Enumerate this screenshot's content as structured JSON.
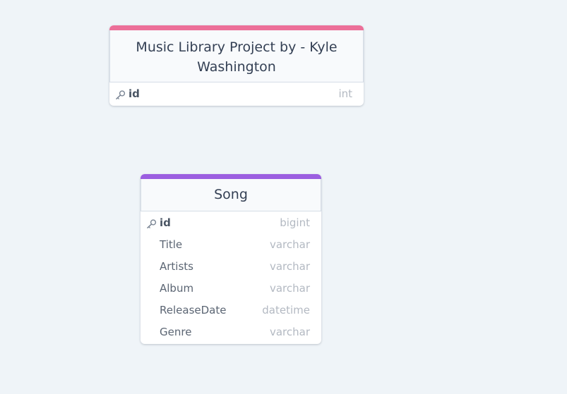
{
  "tables": [
    {
      "title": "Music Library Project by - Kyle Washington",
      "accent_color": "#ec6f99",
      "fields": [
        {
          "name": "id",
          "type": "int",
          "primary_key": true
        }
      ]
    },
    {
      "title": "Song",
      "accent_color": "#9b5ee0",
      "fields": [
        {
          "name": "id",
          "type": "bigint",
          "primary_key": true
        },
        {
          "name": "Title",
          "type": "varchar",
          "primary_key": false
        },
        {
          "name": "Artists",
          "type": "varchar",
          "primary_key": false
        },
        {
          "name": "Album",
          "type": "varchar",
          "primary_key": false
        },
        {
          "name": "ReleaseDate",
          "type": "datetime",
          "primary_key": false
        },
        {
          "name": "Genre",
          "type": "varchar",
          "primary_key": false
        }
      ]
    }
  ],
  "icons": {
    "primary_key": "key-icon"
  }
}
